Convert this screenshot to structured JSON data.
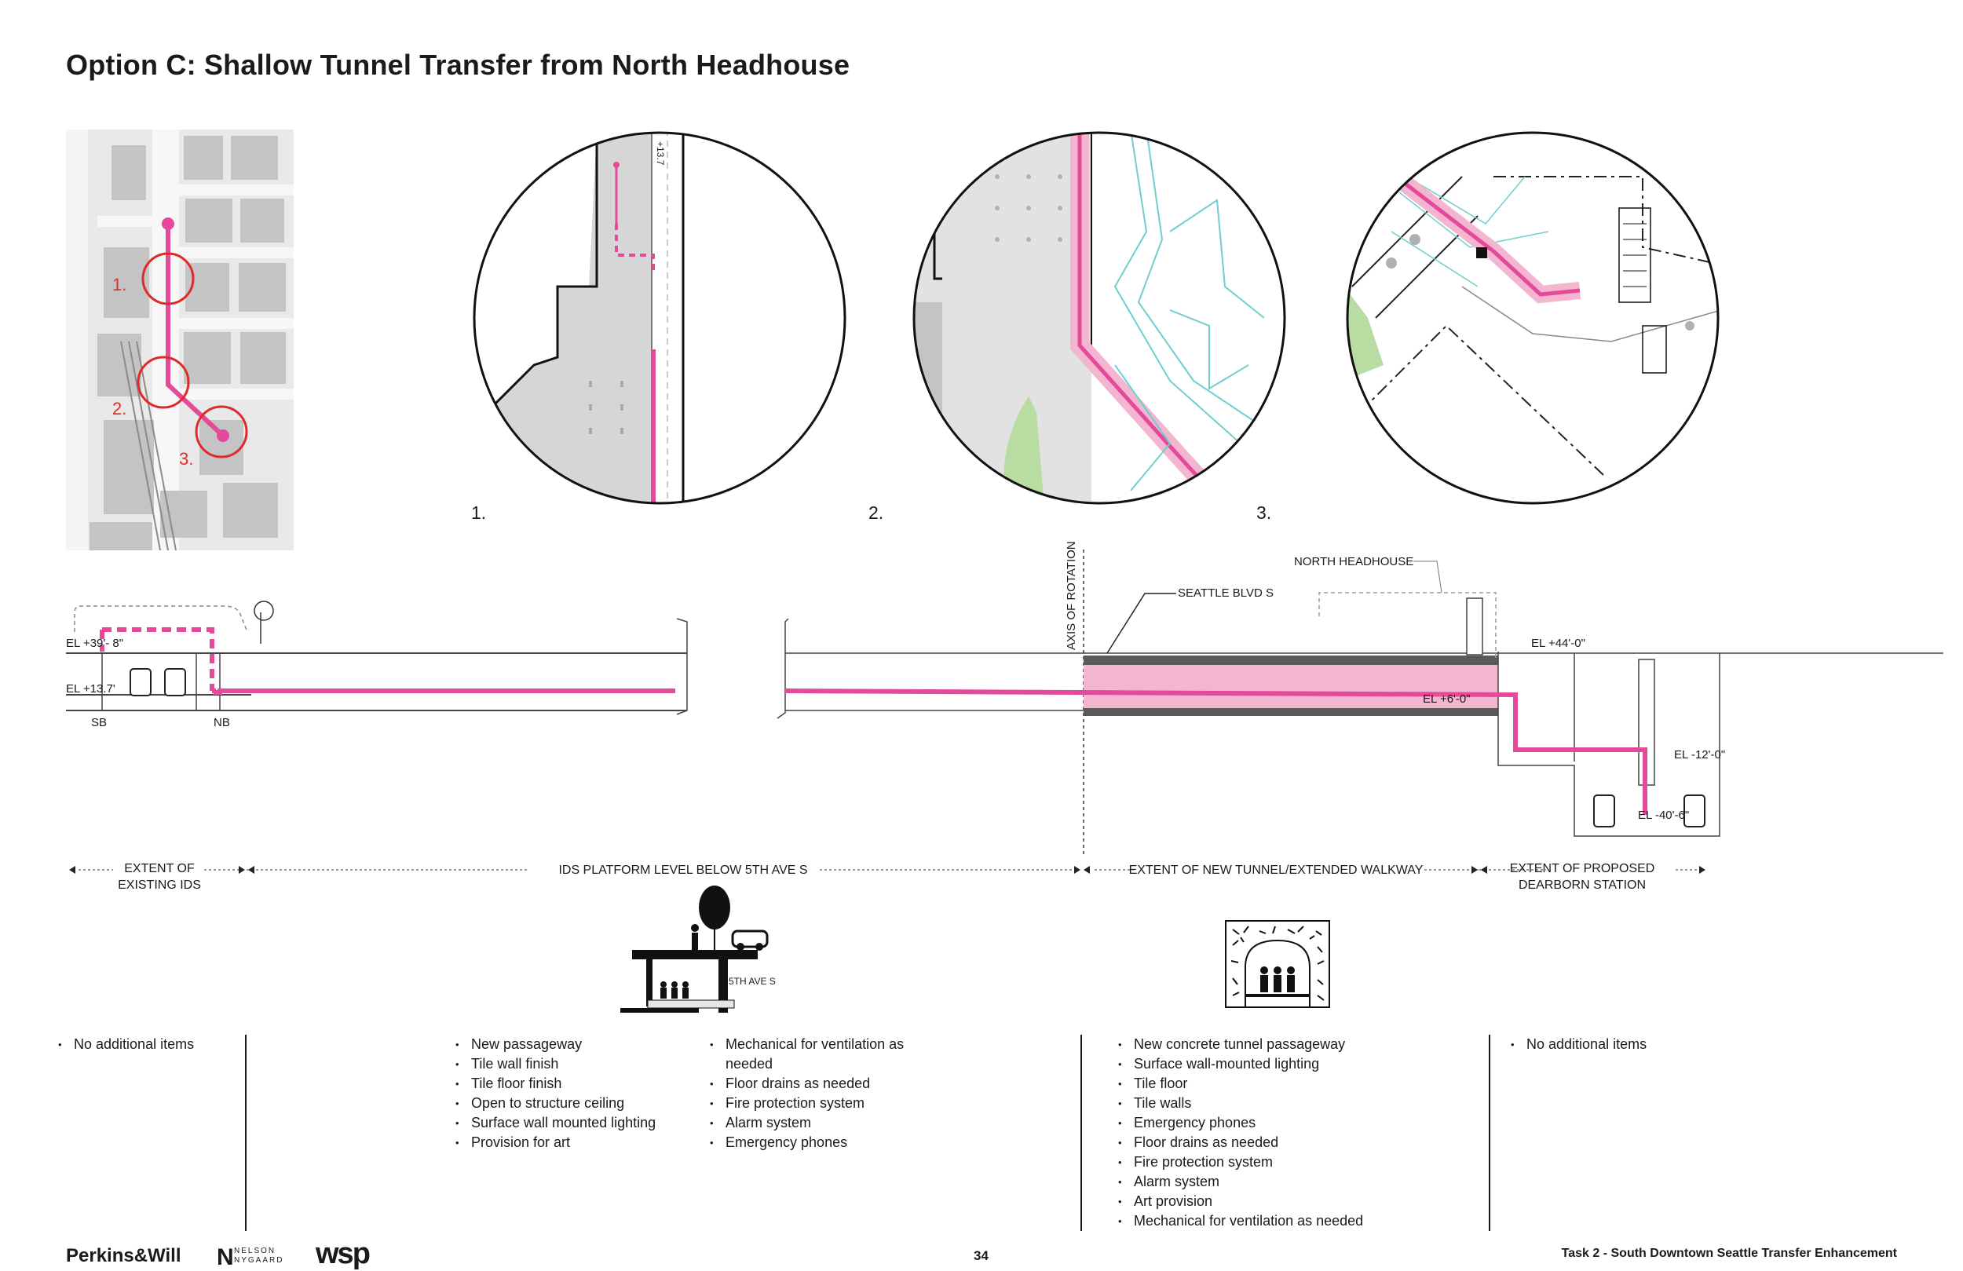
{
  "title": "Option C: Shallow Tunnel Transfer from North Headhouse",
  "map_labels": [
    "1.",
    "2.",
    "3."
  ],
  "detail_numbers": [
    "1.",
    "2.",
    "3."
  ],
  "detail_1_elevation_tag": "+13.7",
  "section": {
    "axis_of_rotation": "AXIS OF ROTATION",
    "north_headhouse": "NORTH HEADHOUSE",
    "seattle_blvd": "SEATTLE BLVD S",
    "el_39_8": "EL +39'- 8\"",
    "el_13_7": "EL +13.7'",
    "sb": "SB",
    "nb": "NB",
    "el_44_0": "EL +44'-0\"",
    "el_6_0": "EL +6'-0\"",
    "el_m12_0": "EL -12'-0\"",
    "el_m40_6": "EL -40'-6\""
  },
  "extents": {
    "existing_ids": "EXTENT OF\nEXISTING IDS",
    "ids_platform": "IDS PLATFORM LEVEL BELOW 5TH AVE S",
    "new_tunnel": "EXTENT OF NEW TUNNEL/EXTENDED WALKWAY",
    "dearborn": "EXTENT OF PROPOSED\nDEARBORN STATION"
  },
  "icon_label_5th_ave": "5TH AVE S",
  "columns": {
    "col1": [
      "No additional items"
    ],
    "col2a": [
      "New passageway",
      "Tile wall finish",
      "Tile floor finish",
      "Open to structure ceiling",
      "Surface wall mounted lighting",
      "Provision for art"
    ],
    "col2b": [
      "Mechanical for ventilation as needed",
      "Floor drains as needed",
      "Fire protection system",
      "Alarm system",
      "Emergency phones"
    ],
    "col3": [
      "New concrete tunnel passageway",
      "Surface wall-mounted lighting",
      "Tile floor",
      "Tile walls",
      "Emergency phones",
      "Floor drains as needed",
      "Fire protection system",
      "Alarm system",
      "Art provision",
      "Mechanical for ventilation as needed"
    ],
    "col4": [
      "No additional items"
    ]
  },
  "footer": {
    "logo_perkins": "Perkins&Will",
    "logo_nelson_1": "NELSON",
    "logo_nelson_2": "NYGAARD",
    "logo_wsp": "wsp",
    "page_number": "34",
    "task_title": "Task 2 - South Downtown Seattle Transfer Enhancement"
  },
  "colors": {
    "route_pink": "#e4499a",
    "tunnel_fill": "#f3b5d0",
    "slab_gray": "#5a5a5a",
    "map_gray": "#d4d4d4",
    "callout_red": "#e02a2a",
    "utility_cyan": "#6fcfcf",
    "park_green": "#b8dca2"
  }
}
